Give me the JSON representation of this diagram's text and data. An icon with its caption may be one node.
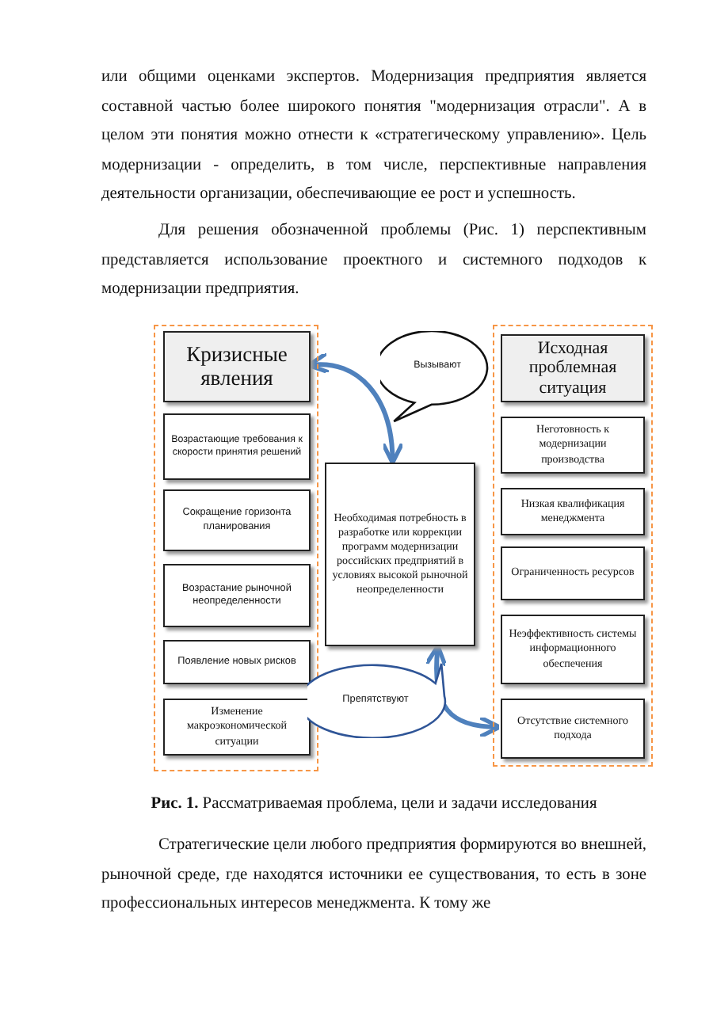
{
  "diagram": {
    "caption": "**Рис. 1.** Рассматриваемая проблема, цели и задачи исследования",
    "nodes": [
      {
        "text": [],
        "shape": "box"
      },
      {
        "text": [
          "Кризисные явления"
        ],
        "in": 0
      },
      {
        "text": [
          "Возрастающие требования к скорости принятия решений"
        ],
        "in": 0
      },
      {
        "text": [
          "Сокращение горизонта планирования"
        ],
        "in": 0
      },
      {
        "text": [
          "Возрастание рыночной неопределенности"
        ],
        "in": 0
      },
      {
        "text": [
          "Появление новых рисков"
        ],
        "in": 0
      },
      {
        "text": [
          "Изменение макроэкономической ситуации"
        ],
        "in": 0
      },
      {
        "text": [
          "Вызывают"
        ]
      },
      {
        "text": [
          "Необходимая потребность в разработке или коррекции программ модернизации российских предприятий в условиях высокой рыночной неопределенности"
        ]
      },
      {
        "text": [
          "Препятствуют"
        ]
      },
      {
        "text": [],
        "shape": "box"
      },
      {
        "text": [
          "Исходная проблемная ситуация"
        ],
        "in": 10
      },
      {
        "text": [
          "Неготовность к модернизации производства"
        ],
        "in": 10
      },
      {
        "text": [
          "Низкая квалификация менеджмента"
        ],
        "in": 10
      },
      {
        "text": [
          "Ограниченность ресурсов"
        ],
        "in": 10
      },
      {
        "text": [
          "Неэффективность системы информационного обеспечения"
        ],
        "in": 10
      },
      {
        "text": [
          "Отсутствие системного подхода"
        ],
        "in": 10
      }
    ],
    "edges": [
      {
        "from": 1,
        "to": 8,
        "arrow": "both"
      },
      {
        "from": 8,
        "to": 16,
        "arrow": "both"
      }
    ],
    "labels": [
      "или общими оценками экспертов. Модернизация предприятия является составной частью более широкого понятия \"модернизация отрасли\". А в целом эти понятия можно отнести к «стратегическому управлению». Цель модернизации - определить, в том числе, перспективные направления деятельности организации, обеспечивающие ее рост и успешность.",
      "Для решения обозначенной проблемы (Рис. 1) перспективным представляется использование проектного и системного подходов к модернизации предприятия.",
      "Стратегические цели любого предприятия формируются во внешней, рыночной среде, где находятся источники ее существования, то есть в зоне профессиональных интересов менеджмента. К тому же"
    ]
  }
}
